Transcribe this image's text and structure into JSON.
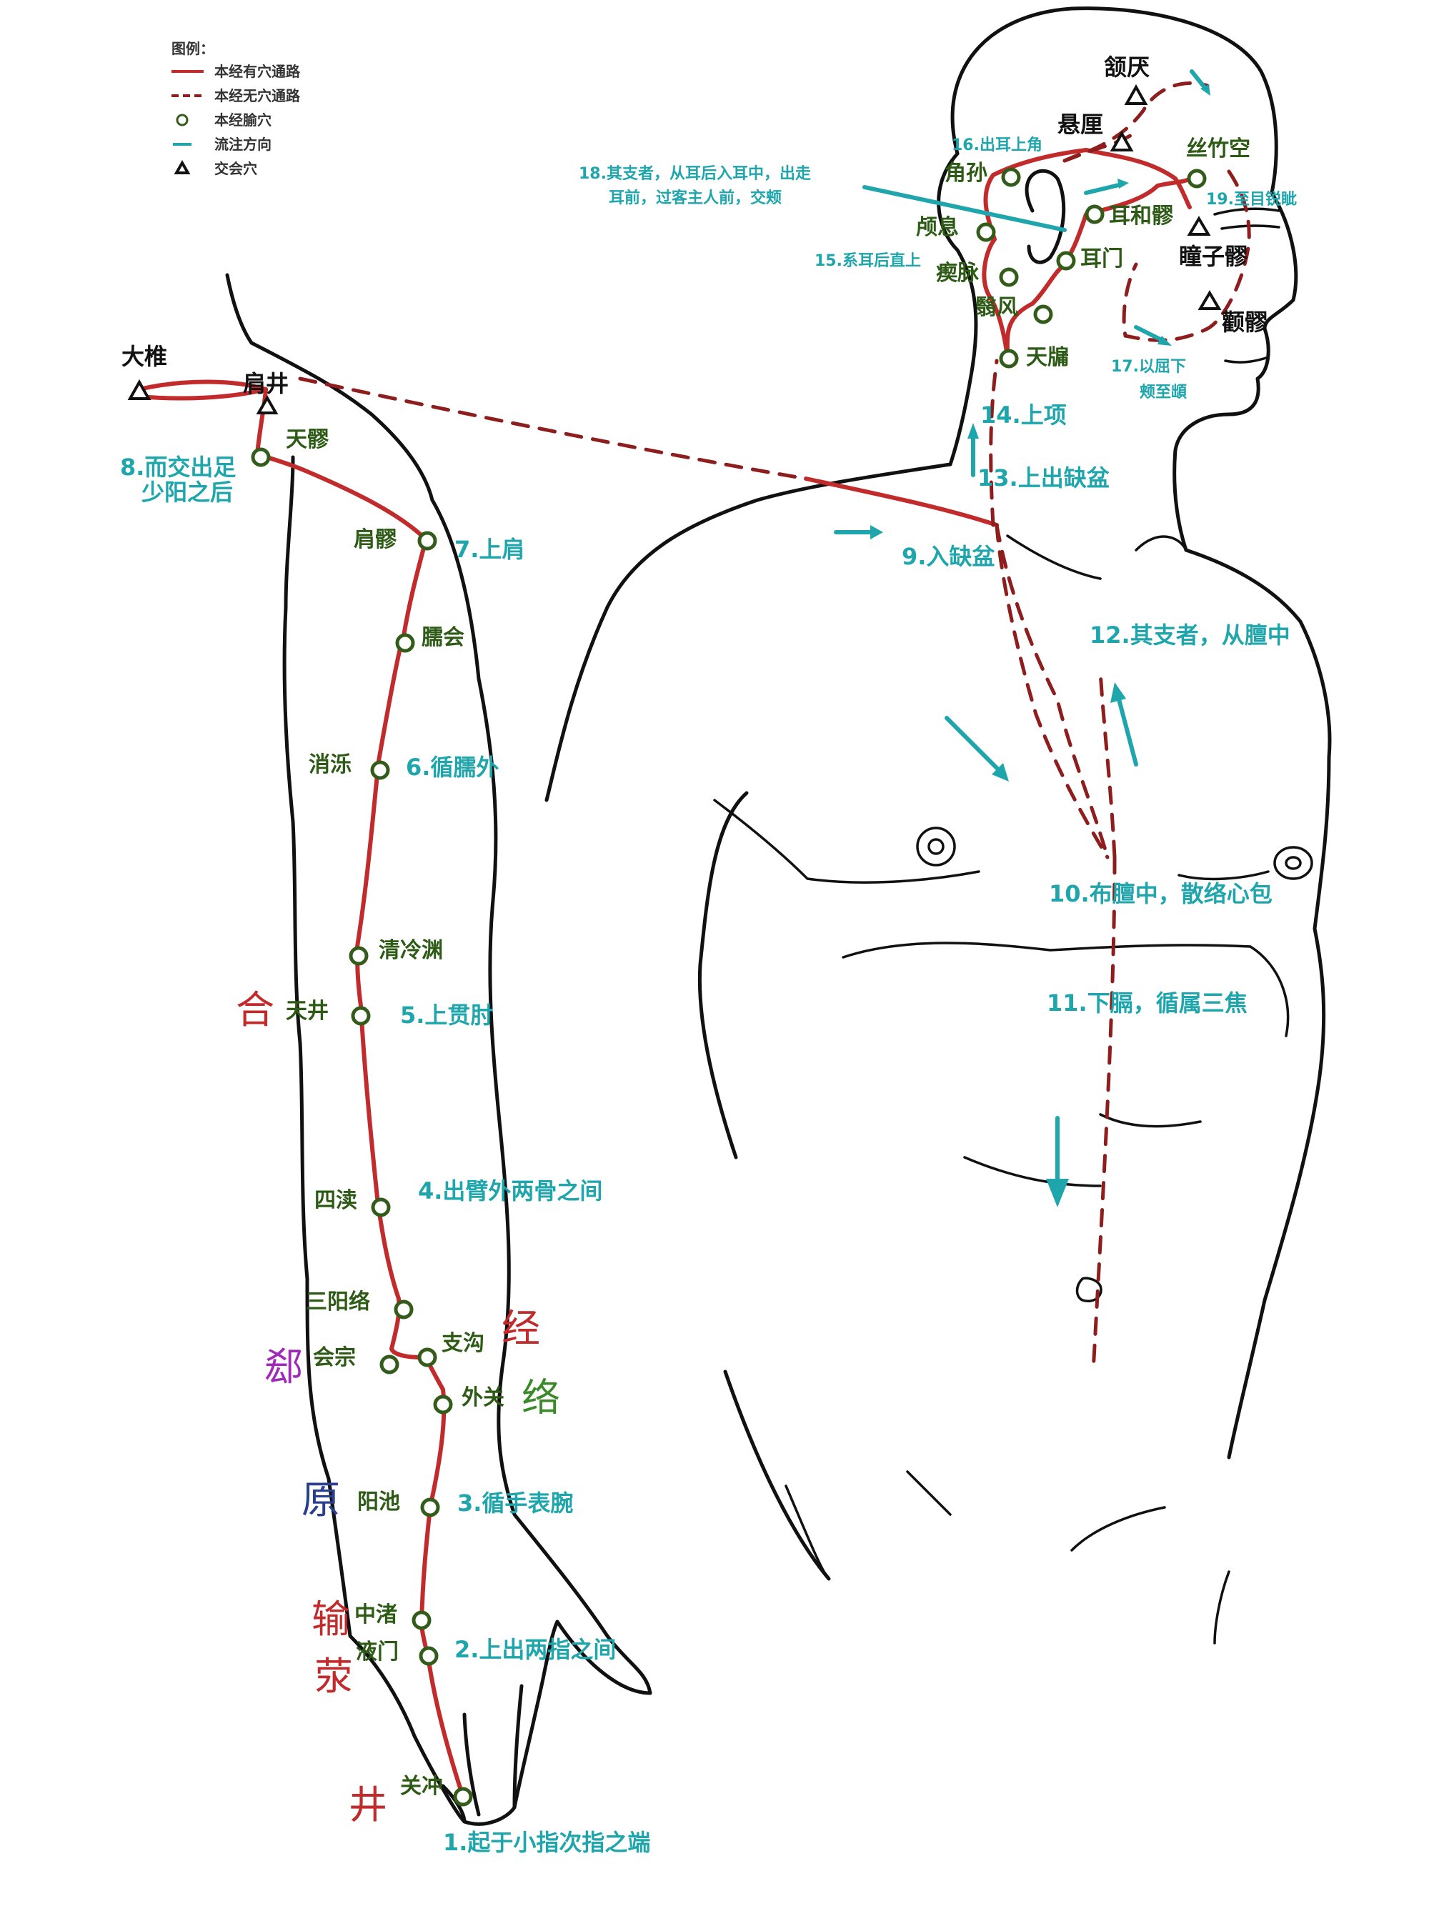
{
  "legend": {
    "title": "图例：",
    "items": [
      {
        "label": "本经有穴通路",
        "symbol": "solid-line"
      },
      {
        "label": "本经无穴通路",
        "symbol": "dashed-line"
      },
      {
        "label": "本经腧穴",
        "symbol": "circle"
      },
      {
        "label": "流注方向",
        "symbol": "arrow-line"
      },
      {
        "label": "交会穴",
        "symbol": "triangle"
      }
    ]
  },
  "colors": {
    "meridian": "#c22b2b",
    "branch": "#8e1d1d",
    "point_label": "#2d5b16",
    "step_text": "#1fa6ad",
    "outline": "#111111"
  },
  "acupoints": {
    "guanchong": "关冲",
    "yemen": "液门",
    "zhongzhu": "中渚",
    "yangchi": "阳池",
    "waiguan": "外关",
    "zhigou": "支沟",
    "huizong": "会宗",
    "sanyangluo": "三阳络",
    "sidu": "四渎",
    "tianjing": "天井",
    "qinglengyuan": "清冷渊",
    "xiaoluo": "消泺",
    "naohui": "臑会",
    "jianliao": "肩髎",
    "tianliao": "天髎",
    "tianyou": "天牖",
    "yifeng": "翳风",
    "chimai": "瘈脉",
    "luxi": "颅息",
    "jiaosun": "角孙",
    "ermen": "耳门",
    "erheliao": "耳和髎",
    "sizhukong": "丝竹空"
  },
  "crossing_points": {
    "dazhui": "大椎",
    "jianjing": "肩井",
    "hanyan": "颔厌",
    "xuanli": "悬厘",
    "tongziliao": "瞳子髎",
    "quanliao": "颧髎"
  },
  "point_categories": {
    "jing_well": "井",
    "ying_spring": "荥",
    "shu_stream": "输",
    "yuan_source": "原",
    "jing_river": "经",
    "luo_connect": "络",
    "xi_cleft": "郄",
    "he_sea": "合"
  },
  "pathway_steps": {
    "s1": "1.起于小指次指之端",
    "s2": "2.上出两指之间",
    "s3": "3.循手表腕",
    "s4": "4.出臂外两骨之间",
    "s5": "5.上贯肘",
    "s6": "6.循臑外",
    "s7": "7.上肩",
    "s8a": "8.而交出足",
    "s8b": "少阳之后",
    "s9": "9.入缺盆",
    "s10": "10.布膻中，散络心包",
    "s11": "11.下膈，循属三焦",
    "s12": "12.其支者，从膻中",
    "s13": "13.上出缺盆",
    "s14": "14.上项",
    "s15": "15.系耳后直上",
    "s16": "16.出耳上角",
    "s17a": "17.以屈下",
    "s17b": "颊至䪼",
    "s18a": "18.其支者，从耳后入耳中，出走",
    "s18b": "耳前，过客主人前，交颊",
    "s19": "19.至目锐眦"
  }
}
